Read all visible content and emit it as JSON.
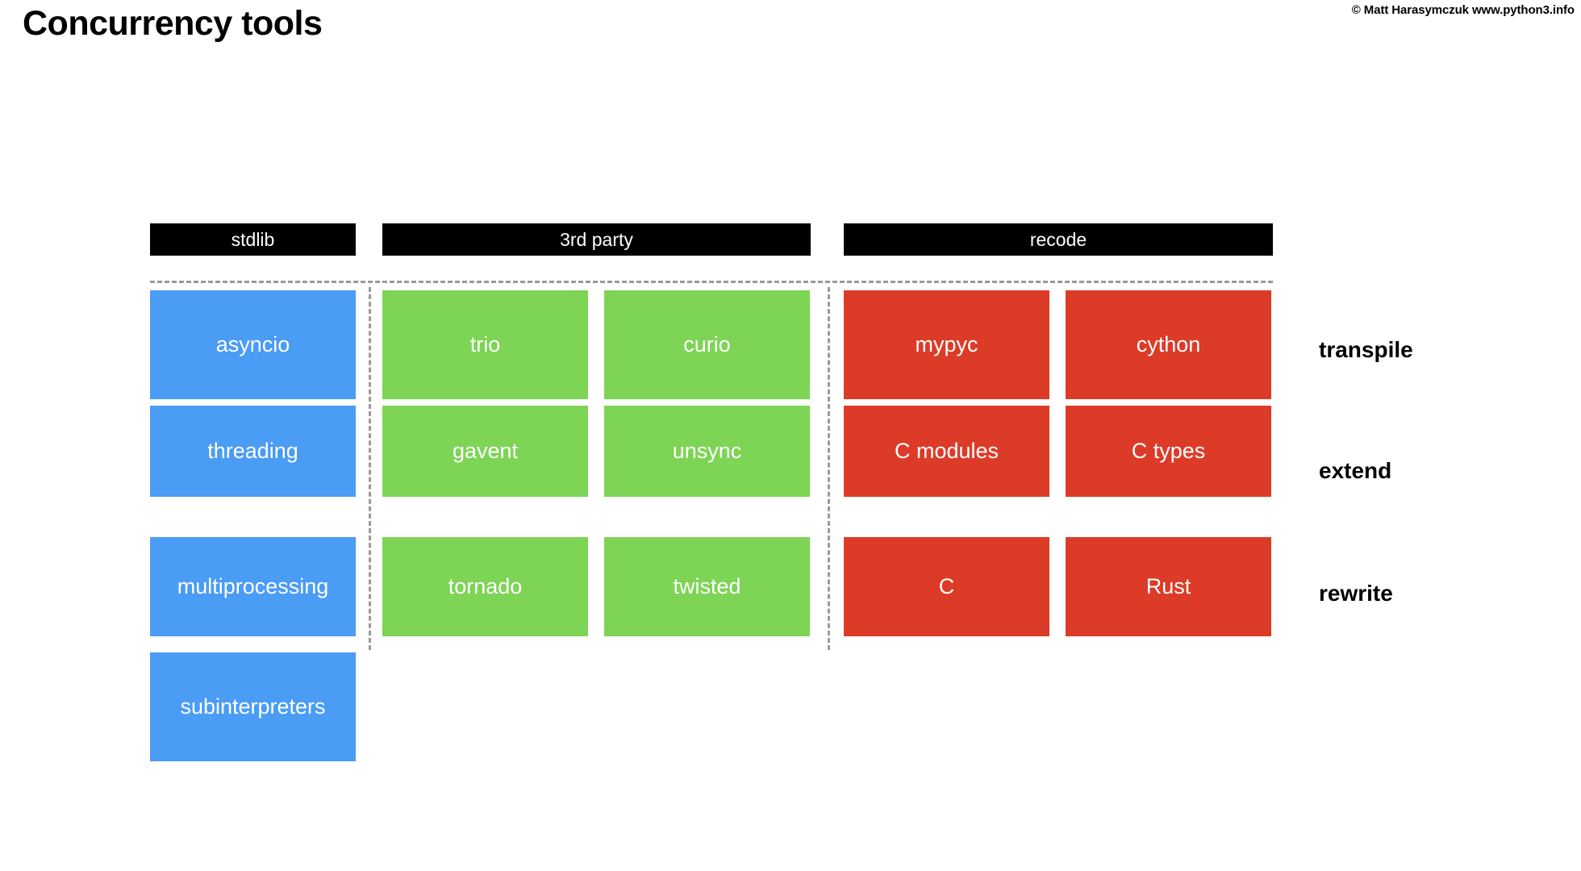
{
  "slide": {
    "title": "Concurrency tools",
    "copyright": "© Matt Harasymczuk www.python3.info"
  },
  "palette": {
    "stdlib": "#4a9cf5",
    "third_party": "#7dd455",
    "recode": "#dc3b28",
    "header_bar": "#000000",
    "header_text": "#ffffff",
    "dashed_separator": "#9a9a9a",
    "background": "#ffffff",
    "text": "#000000"
  },
  "columns": [
    {
      "id": "stdlib",
      "label": "stdlib"
    },
    {
      "id": "3rdparty",
      "label": "3rd party"
    },
    {
      "id": "recode",
      "label": "recode"
    }
  ],
  "row_labels": [
    "transpile",
    "extend",
    "rewrite"
  ],
  "tiles": {
    "stdlib": [
      "asyncio",
      "threading",
      "multiprocessing",
      "subinterpreters"
    ],
    "third_party": [
      [
        "trio",
        "curio"
      ],
      [
        "gavent",
        "unsync"
      ],
      [
        "tornado",
        "twisted"
      ]
    ],
    "recode": [
      [
        "mypyc",
        "cython"
      ],
      [
        "C modules",
        "C types"
      ],
      [
        "C",
        "Rust"
      ]
    ]
  }
}
